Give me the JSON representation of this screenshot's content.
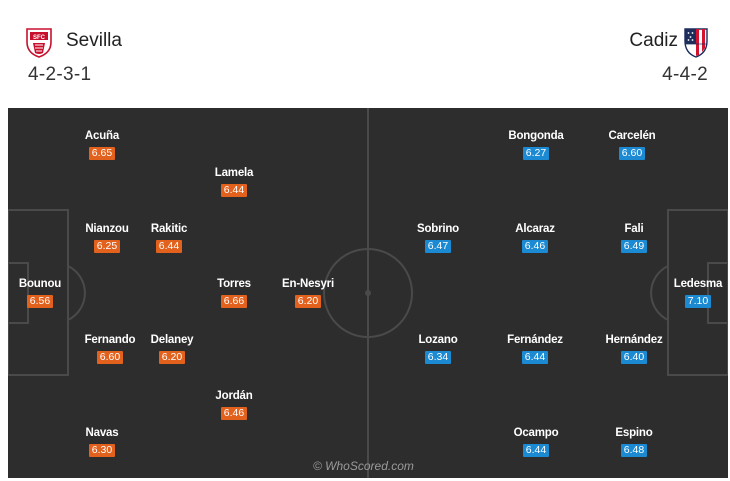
{
  "home": {
    "name": "Sevilla",
    "formation": "4-2-3-1",
    "color": "#e2611d",
    "crest_icon": "sevilla-crest-icon",
    "players": [
      {
        "name": "Acuña",
        "rating": "6.65"
      },
      {
        "name": "Lamela",
        "rating": "6.44"
      },
      {
        "name": "Nianzou",
        "rating": "6.25"
      },
      {
        "name": "Rakitic",
        "rating": "6.44"
      },
      {
        "name": "Bounou",
        "rating": "6.56"
      },
      {
        "name": "Torres",
        "rating": "6.66"
      },
      {
        "name": "En-Nesyri",
        "rating": "6.20"
      },
      {
        "name": "Fernando",
        "rating": "6.60"
      },
      {
        "name": "Delaney",
        "rating": "6.20"
      },
      {
        "name": "Jordán",
        "rating": "6.46"
      },
      {
        "name": "Navas",
        "rating": "6.30"
      }
    ]
  },
  "away": {
    "name": "Cadiz",
    "formation": "4-4-2",
    "color": "#1b8ad3",
    "crest_icon": "atletico-crest-icon",
    "players": [
      {
        "name": "Bongonda",
        "rating": "6.27"
      },
      {
        "name": "Carcelén",
        "rating": "6.60"
      },
      {
        "name": "Sobrino",
        "rating": "6.47"
      },
      {
        "name": "Alcaraz",
        "rating": "6.46"
      },
      {
        "name": "Fali",
        "rating": "6.49"
      },
      {
        "name": "Ledesma",
        "rating": "7.10"
      },
      {
        "name": "Lozano",
        "rating": "6.34"
      },
      {
        "name": "Fernández",
        "rating": "6.44"
      },
      {
        "name": "Hernández",
        "rating": "6.40"
      },
      {
        "name": "Ocampo",
        "rating": "6.44"
      },
      {
        "name": "Espino",
        "rating": "6.48"
      }
    ]
  },
  "pitch": {
    "background": "#2d2d2d",
    "line_color": "#4a4a4a"
  },
  "watermark": "© WhoScored.com"
}
